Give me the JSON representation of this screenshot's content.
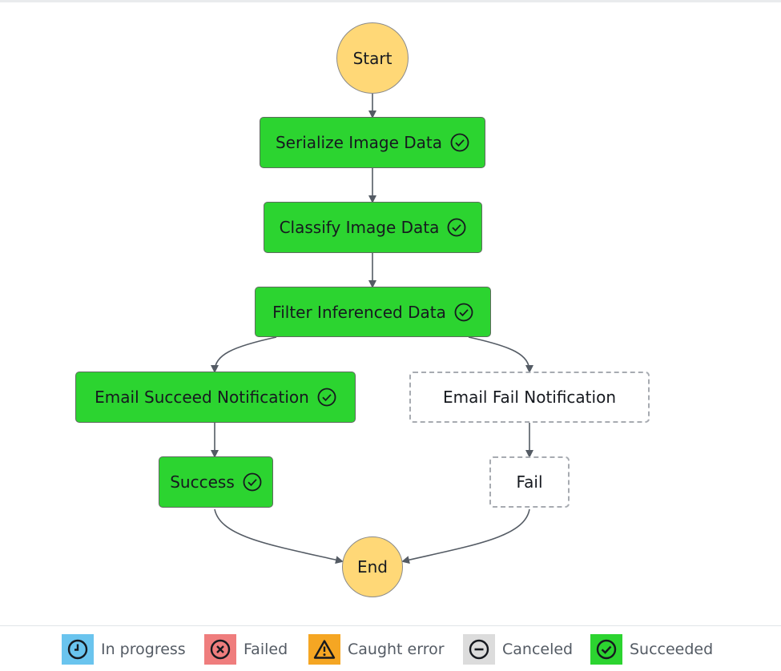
{
  "diagram": {
    "start": {
      "label": "Start"
    },
    "end": {
      "label": "End"
    },
    "nodes": [
      {
        "id": "serialize",
        "label": "Serialize Image Data",
        "status": "succeeded"
      },
      {
        "id": "classify",
        "label": "Classify Image Data",
        "status": "succeeded"
      },
      {
        "id": "filter",
        "label": "Filter Inferenced Data",
        "status": "succeeded"
      },
      {
        "id": "email_succeed",
        "label": "Email Succeed Notification",
        "status": "succeeded"
      },
      {
        "id": "email_fail",
        "label": "Email Fail Notification",
        "status": "not-executed"
      },
      {
        "id": "success",
        "label": "Success",
        "status": "succeeded"
      },
      {
        "id": "fail",
        "label": "Fail",
        "status": "not-executed"
      }
    ]
  },
  "legend": {
    "in_progress": {
      "label": "In progress",
      "color": "#6ac4ee",
      "icon": "clock-icon"
    },
    "failed": {
      "label": "Failed",
      "color": "#ef7d7d",
      "icon": "x-circle-icon"
    },
    "caught_error": {
      "label": "Caught error",
      "color": "#f5a623",
      "icon": "warning-icon"
    },
    "canceled": {
      "label": "Canceled",
      "color": "#dcdcdc",
      "icon": "minus-circle-icon"
    },
    "succeeded": {
      "label": "Succeeded",
      "color": "#2cd430",
      "icon": "check-circle-icon"
    }
  }
}
